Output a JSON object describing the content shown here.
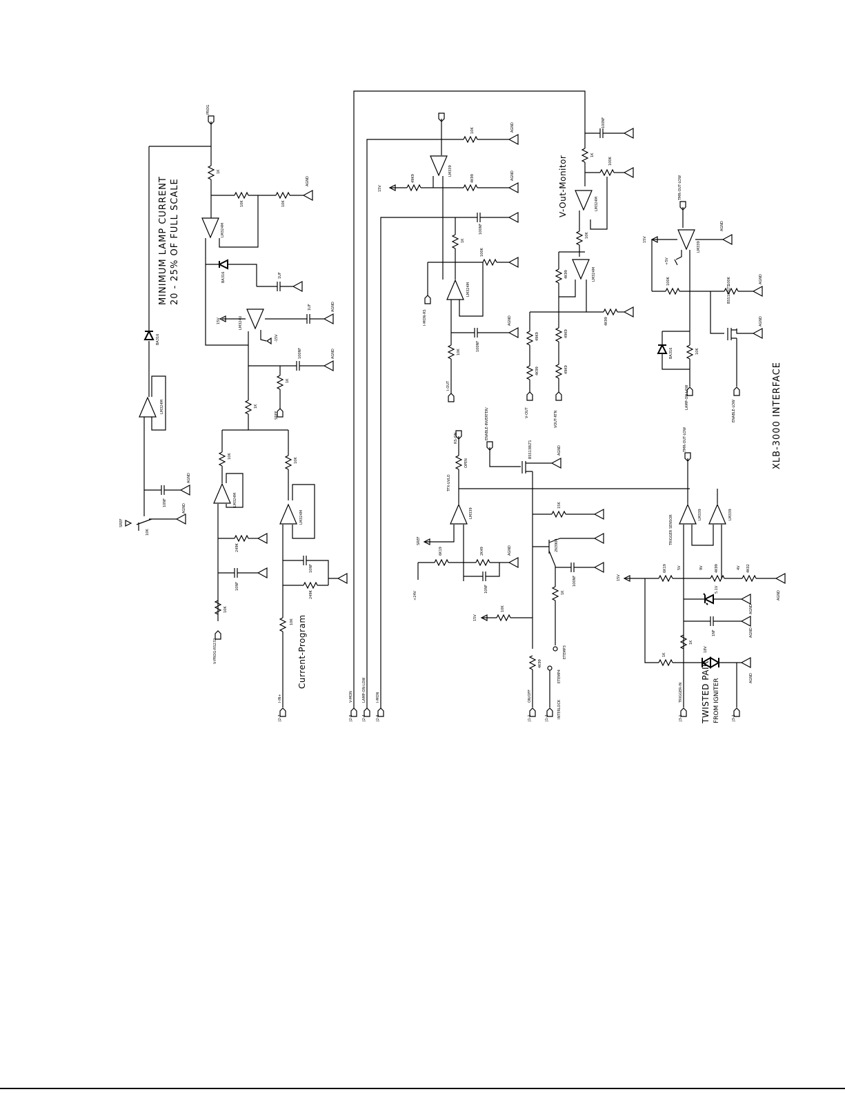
{
  "labels": {
    "minimum_lamp_current": "MINIMUM LAMP CURRENT",
    "full_scale": "20 - 25% OF FULL SCALE",
    "current_program": "Current-Program",
    "v_out_monitor": "V-Out-Monitor",
    "interface_title": "XLB-3000 INTERFACE",
    "twisted_pair": "TWISTED PAIR",
    "from_igniter": "FROM IGNITER",
    "trigger_sensor": "TRIGGER SENSOR"
  },
  "ports": {
    "prog": "PROG",
    "sref_1": "SREF",
    "sref_2": "SREF",
    "sref_3": "SREF",
    "v_prog_rs232": "V-PROG-RS232",
    "i_in_plus": "I-IN+",
    "j2_7": "J2-7",
    "j2_5": "J2-5",
    "j2_4": "J2-4",
    "j2_6": "J2-6",
    "v_mon": "V-MON",
    "lamp_on_low_1": "LAMP-ON-LOW",
    "i_mon": "I-MON",
    "i_mon_rs": "I-MON-RS",
    "i_out": "I-OUT",
    "v_out": "V-OUT",
    "vout_rtn": "VOUT-RTN",
    "rs_on": "RS-ON",
    "enable_inverter": "ENABLE-INVERTER/",
    "open": "OPEN",
    "tfx_uvlo": "TFX-UVLO",
    "plus_24v": "+24V",
    "on_off": "ON/OFF",
    "j1_1": "J1-1",
    "j1_2": "J1-2",
    "interlock": "INTERLOCK",
    "etemp3": "ETEMP3",
    "etemp4": "ETEMP4",
    "tmr_out_low_1": "TMR-OUT-LOW",
    "tmr_out_low_2": "TMR-OUT-LOW",
    "lamp_on_low_2": "LAMP-ON-LOW",
    "enable_low": "ENABLE-LOW",
    "trigger_in": "TRIGGER-IN",
    "j3_1": "J3-1",
    "j3_2": "J3-2"
  },
  "rails": {
    "agnd": "AGND",
    "v15": "15V",
    "vneg15": "-15V",
    "v5": "5V",
    "v9": "9V",
    "v4": "4V",
    "v5v1": "5.1V",
    "v18": "18V",
    "plus5v": "+5V"
  },
  "parts": {
    "lm324m": "LM324M",
    "lm324u": "LM324U",
    "lm339": "LM339",
    "ba316": "BA316",
    "bss138lt1": "BSS138LT1",
    "q2n3904": "2N3904",
    "r1k": "1K",
    "r10k": "10K",
    "r100k": "100K",
    "r249k": "249K",
    "r4k99": "4K99",
    "r49k9": "49K9",
    "r6k19": "6K19",
    "r2k49": "2K49",
    "r4k02": "4K02",
    "r15k": "15K",
    "c100nf": "100NF",
    "c10nf": "10NF",
    "c1uf": "1UF",
    "c1nf": "1NF"
  }
}
